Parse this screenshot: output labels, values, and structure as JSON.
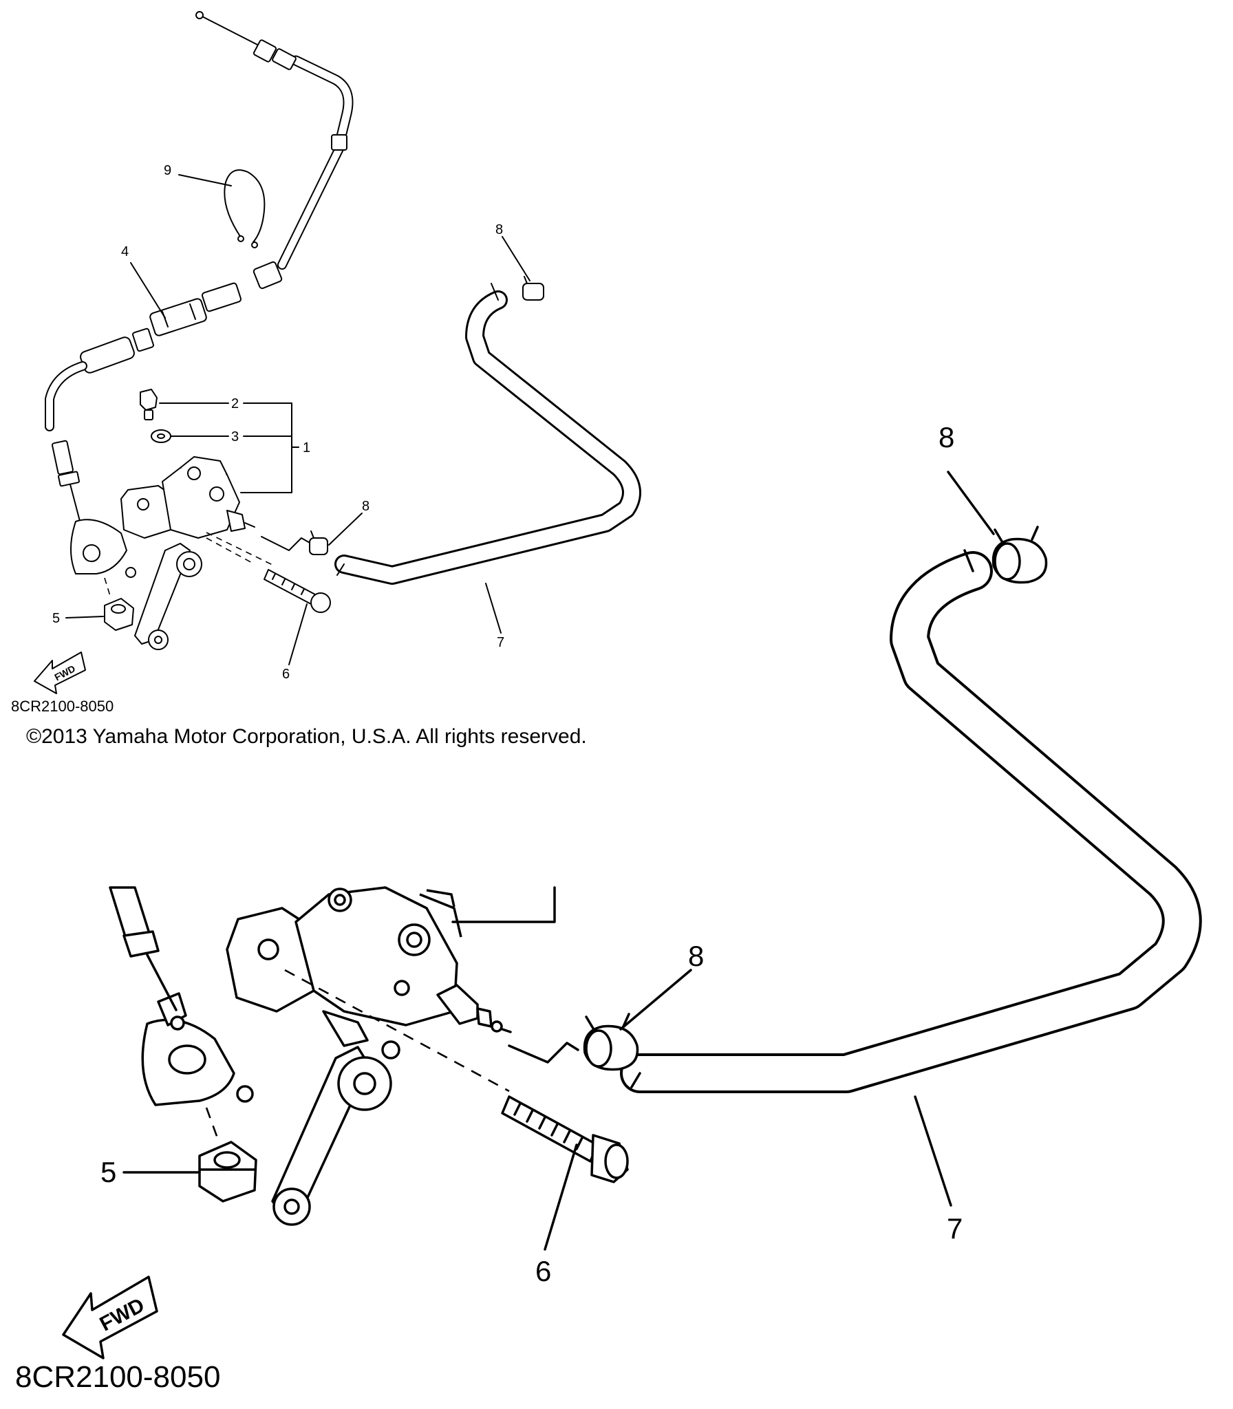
{
  "overview": {
    "callouts": {
      "n1": "1",
      "n2": "2",
      "n3": "3",
      "n4": "4",
      "n5": "5",
      "n6": "6",
      "n7": "7",
      "n8_top": "8",
      "n8_mid": "8",
      "n9": "9"
    },
    "fwd_label": "FWD",
    "diagram_code": "8CR2100-8050"
  },
  "copyright": "©2013 Yamaha Motor Corporation, U.S.A. All rights reserved.",
  "detail": {
    "callouts": {
      "n5": "5",
      "n6": "6",
      "n7": "7",
      "n8_top": "8",
      "n8_lower": "8"
    },
    "fwd_label": "FWD",
    "diagram_code": "8CR2100-8050"
  }
}
